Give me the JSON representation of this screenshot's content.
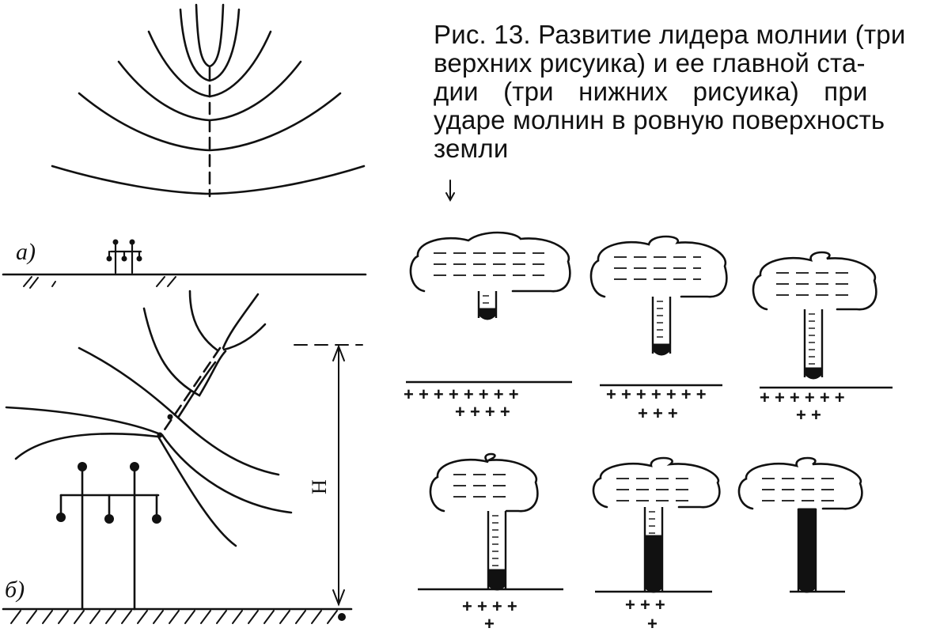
{
  "caption": {
    "line1": "Рис. 13. Развитие лидера молнии (три",
    "line2": "верхних рисуика) и ее главной ста-",
    "line3": "дии (три нижних рисуика) при",
    "line4": "ударе молнин в ровную поверхность",
    "line5": "земли"
  },
  "labels": {
    "a": "а)",
    "b": "б)",
    "H": "Н"
  },
  "charges": {
    "top": [
      {
        "row1": "+ + + + + + + +",
        "row2": "+ + + +"
      },
      {
        "row1": "+ + + + + + +",
        "row2": "+ + +"
      },
      {
        "row1": "+ + + + + +",
        "row2": "+ +"
      }
    ],
    "bottom": [
      {
        "row1": "+ + + +",
        "row2": "+"
      },
      {
        "row1": "+ + +",
        "row2": "+"
      },
      {
        "row1": "",
        "row2": ""
      }
    ]
  },
  "colors": {
    "ink": "#111111",
    "paper": "#ffffff"
  }
}
